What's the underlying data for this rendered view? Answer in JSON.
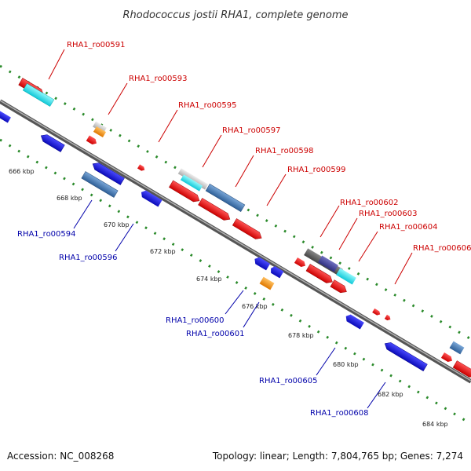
{
  "title": "Rhodococcus jostii RHA1, complete genome",
  "footer": {
    "accession": "Accession: NC_008268",
    "summary": "Topology: linear; Length: 7,804,765 bp; Genes: 7,274"
  },
  "ticks": [
    "666 kbp",
    "668 kbp",
    "670 kbp",
    "672 kbp",
    "674 kbp",
    "676 kbp",
    "678 kbp",
    "680 kbp",
    "682 kbp",
    "684 kbp"
  ],
  "labels_top": [
    "RHA1_ro00591",
    "RHA1_ro00593",
    "RHA1_ro00595",
    "RHA1_ro00597",
    "RHA1_ro00598",
    "RHA1_ro00599",
    "RHA1_ro00602",
    "RHA1_ro00603",
    "RHA1_ro00604",
    "RHA1_ro00606"
  ],
  "labels_bottom": [
    "RHA1_ro00594",
    "RHA1_ro00596",
    "RHA1_ro00600",
    "RHA1_ro00601",
    "RHA1_ro00605",
    "RHA1_ro00608"
  ],
  "colors": {
    "red": "#e8191b",
    "blue": "#1a1aee",
    "steel": "#4a7fb8",
    "cyan": "#22e8f0",
    "orange": "#f59a10",
    "gray": "#c8c8c8",
    "darkgray": "#666666",
    "label_top": "#cc0000",
    "label_bottom": "#0000aa",
    "dots": "#2a8a2a"
  }
}
